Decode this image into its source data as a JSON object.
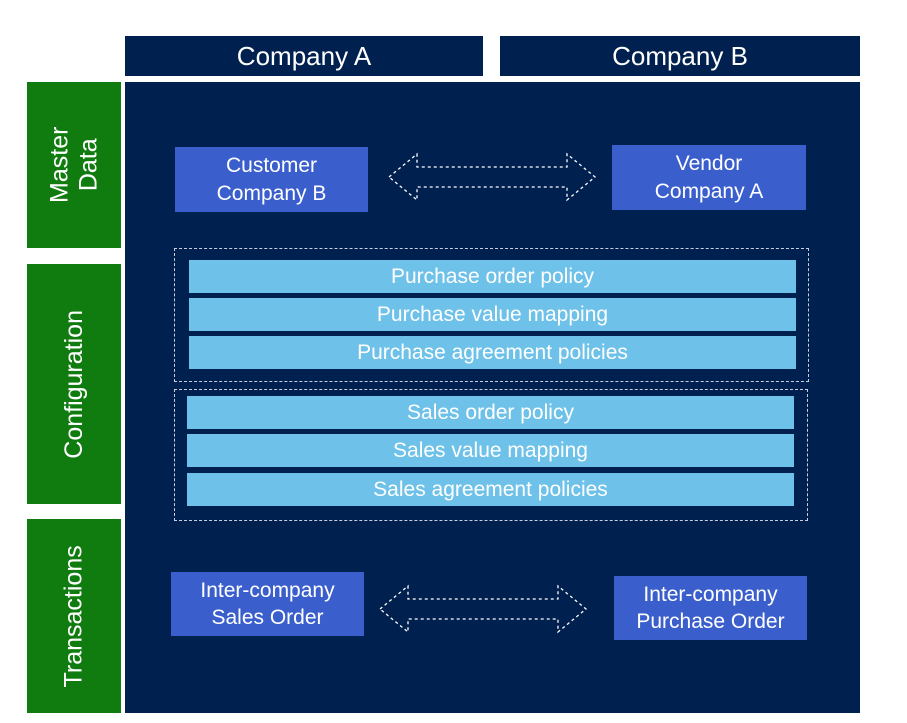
{
  "columns": {
    "company_a": "Company A",
    "company_b": "Company B"
  },
  "rows": {
    "master_data": "Master\nData",
    "configuration": "Configuration",
    "transactions": "Transactions"
  },
  "master_data": {
    "left_box": "Customer\nCompany B",
    "right_box": "Vendor\nCompany A"
  },
  "purchase_policies": [
    "Purchase order policy",
    "Purchase value mapping",
    "Purchase agreement policies"
  ],
  "sales_policies": [
    "Sales order policy",
    "Sales value mapping",
    "Sales agreement policies"
  ],
  "transactions": {
    "left_box": "Inter-company\nSales Order",
    "right_box": "Inter-company\nPurchase Order"
  },
  "colors": {
    "navy": "#002050",
    "green": "#107C10",
    "entity_blue": "#3A5FCD",
    "policy_blue": "#6EC1E8"
  }
}
